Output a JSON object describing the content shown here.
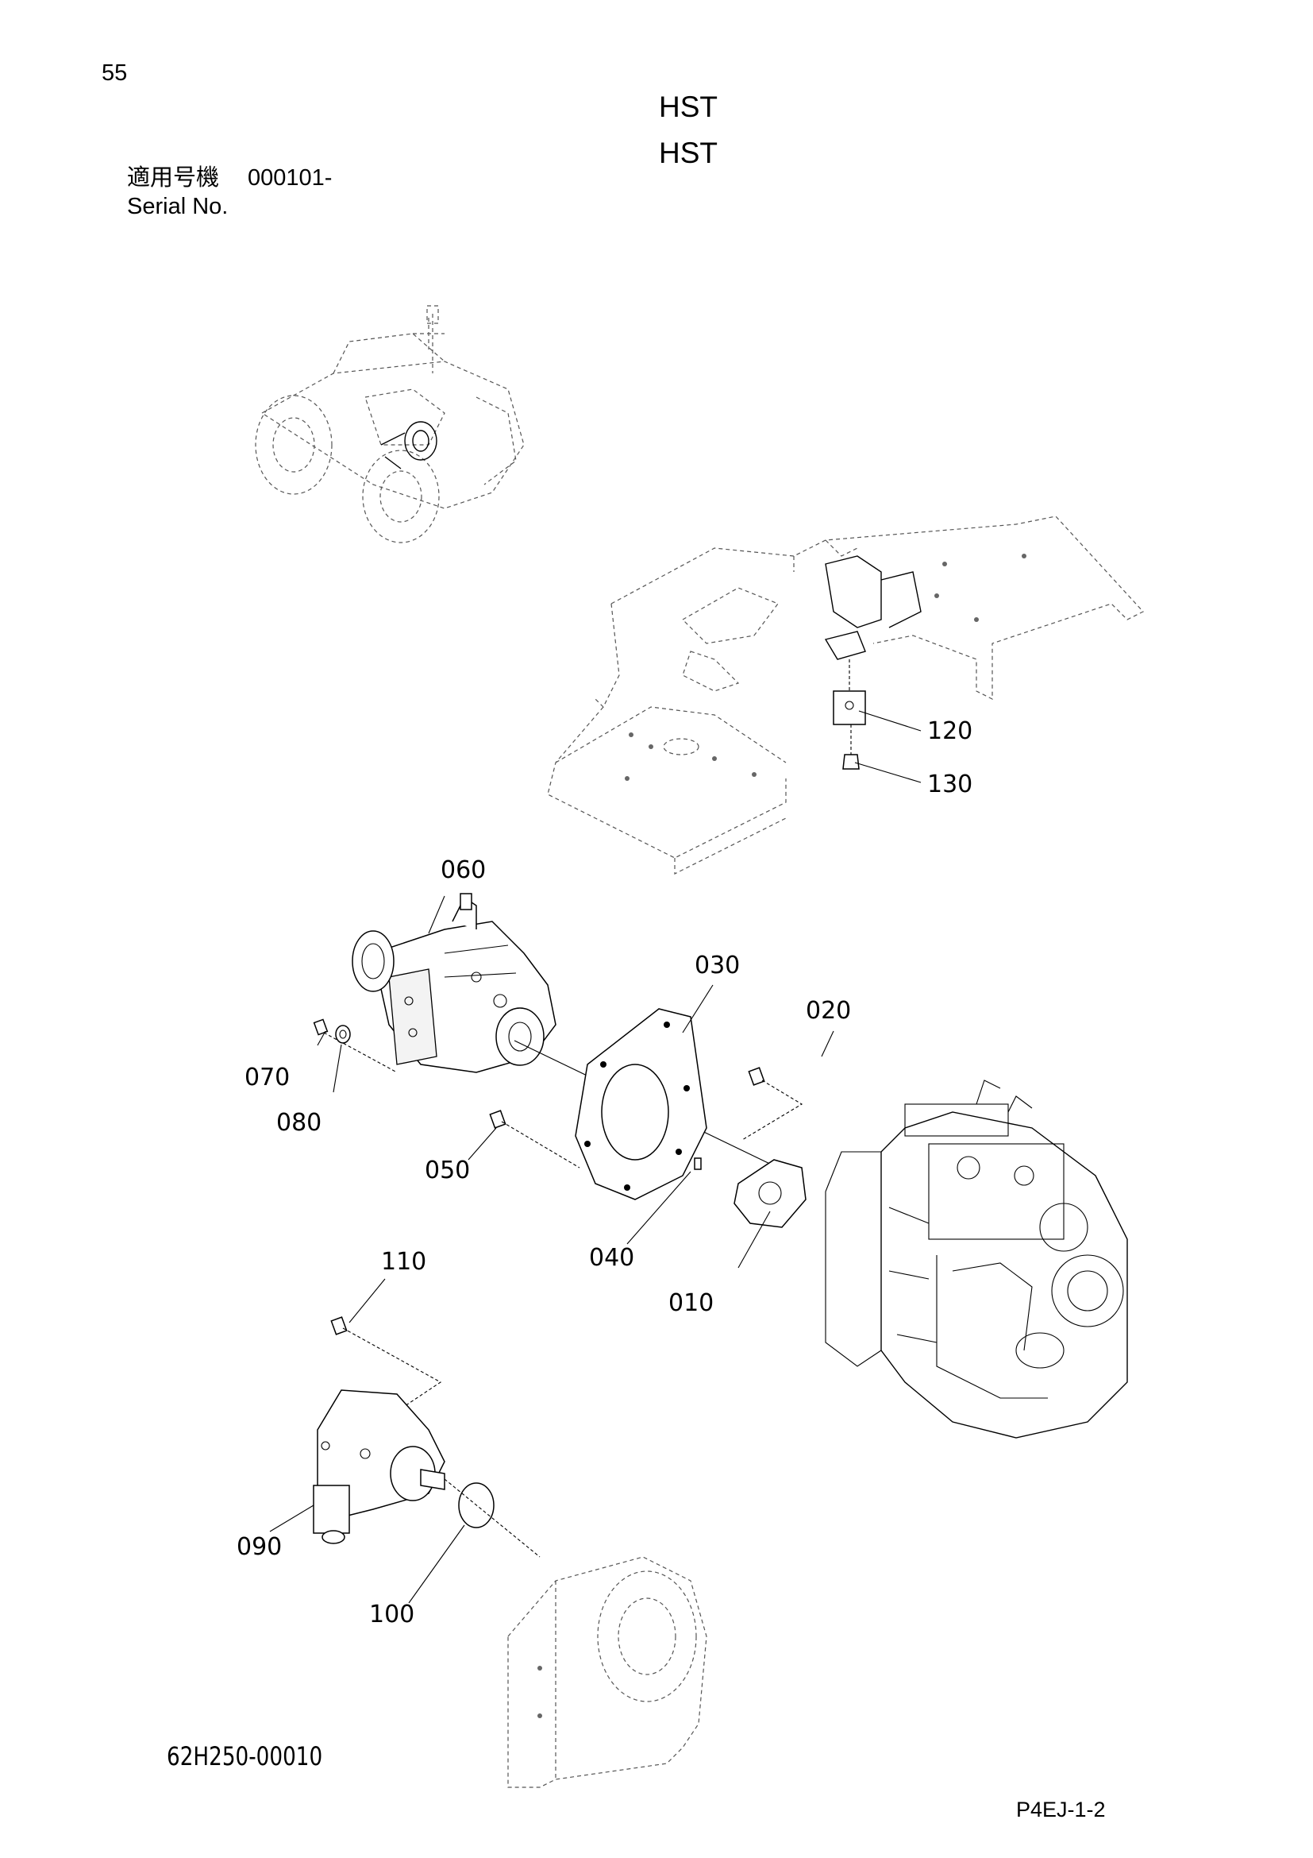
{
  "page_number": "55",
  "titles": [
    "HST",
    "HST"
  ],
  "serial": {
    "label_jp": "適用号機",
    "value": "000101-",
    "label_en": "Serial No."
  },
  "callouts": {
    "c010": "010",
    "c020": "020",
    "c030": "030",
    "c040": "040",
    "c050": "050",
    "c060": "060",
    "c070": "070",
    "c080": "080",
    "c090": "090",
    "c100": "100",
    "c110": "110",
    "c120": "120",
    "c130": "130"
  },
  "drawing_number": "62H250-00010",
  "sheet_code": "P4EJ-1-2"
}
